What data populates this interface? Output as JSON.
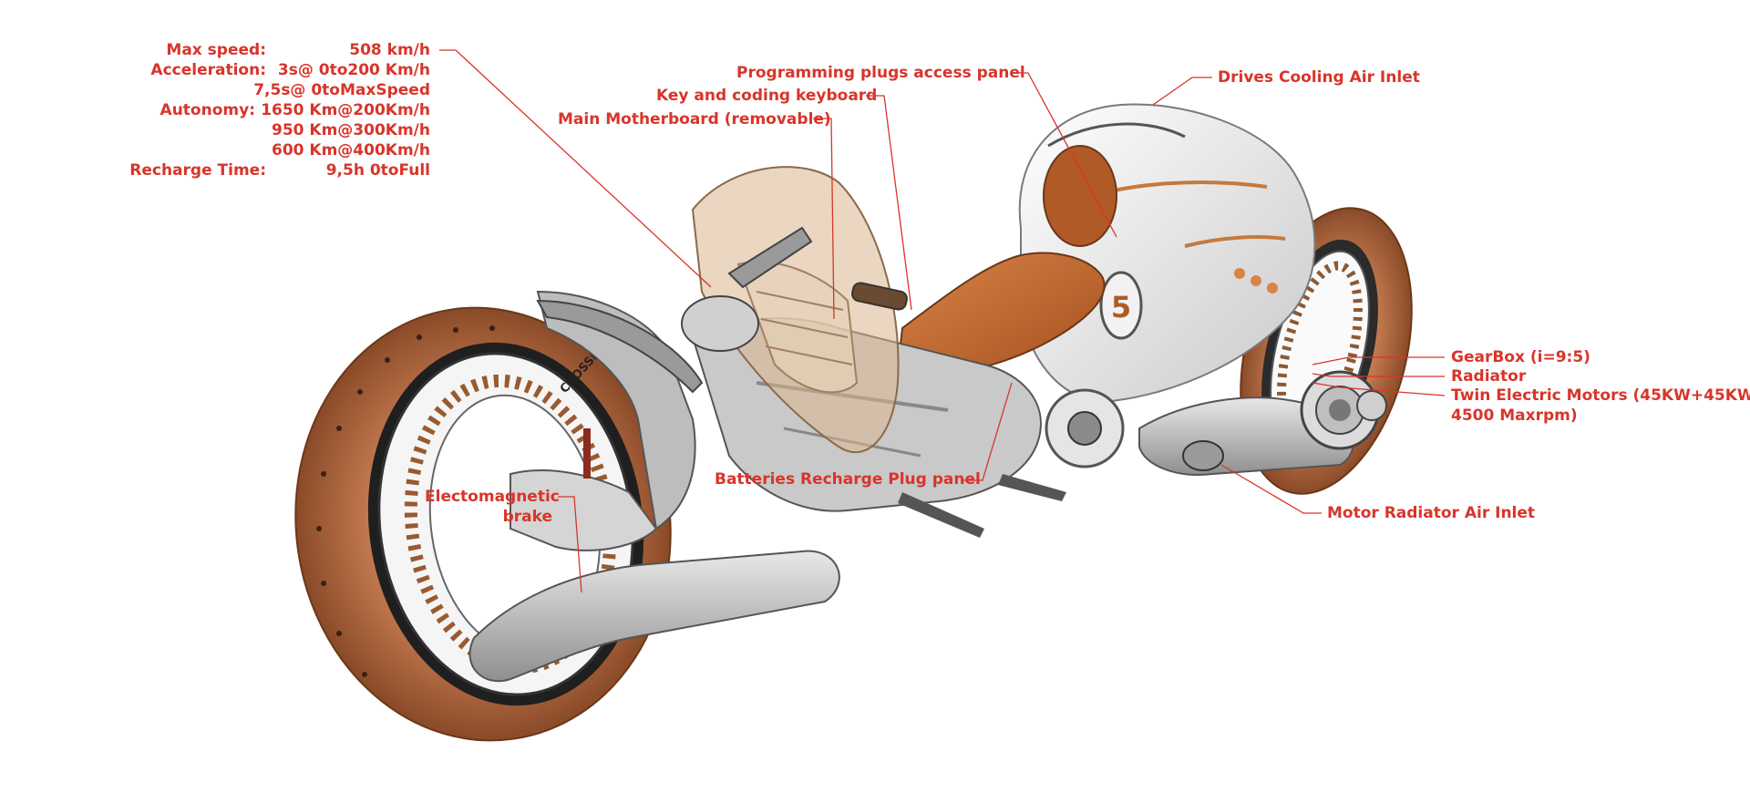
{
  "specs": {
    "max_speed_label": "Max speed:",
    "max_speed_value": "508 km/h",
    "acceleration_label": "Acceleration:",
    "acceleration_value_1": "3s@ 0to200 Km/h",
    "acceleration_value_2": "7,5s@ 0toMaxSpeed",
    "autonomy_label": "Autonomy:",
    "autonomy_value_1": "1650 Km@200Km/h",
    "autonomy_value_2": "950 Km@300Km/h",
    "autonomy_value_3": "600 Km@400Km/h",
    "recharge_label": "Recharge Time:",
    "recharge_value": "9,5h 0toFull"
  },
  "callouts": {
    "programming_plugs": "Programming plugs access panel",
    "key_keyboard": "Key and coding keyboard",
    "motherboard": "Main Motherboard (removable)",
    "drives_cooling": "Drives Cooling Air Inlet",
    "gearbox": "GearBox (i=9:5)",
    "radiator": "Radiator",
    "twin_motors_1": "Twin Electric Motors (45KW+45KW",
    "twin_motors_2": "4500 Maxrpm)",
    "motor_radiator_inlet": "Motor Radiator Air Inlet",
    "batteries_plug": "Batteries Recharge Plug panel",
    "brake_1": "Electomagnetic",
    "brake_2": "brake"
  },
  "bike": {
    "rim_text": "CROSSBRIDGE",
    "race_number": "5"
  },
  "colors": {
    "label_red": "#d8352a",
    "tire_brown": "#a8623c",
    "seat_orange": "#c8682c",
    "body_white": "#f2f2f2",
    "frame_grey": "#b8b8b8"
  }
}
